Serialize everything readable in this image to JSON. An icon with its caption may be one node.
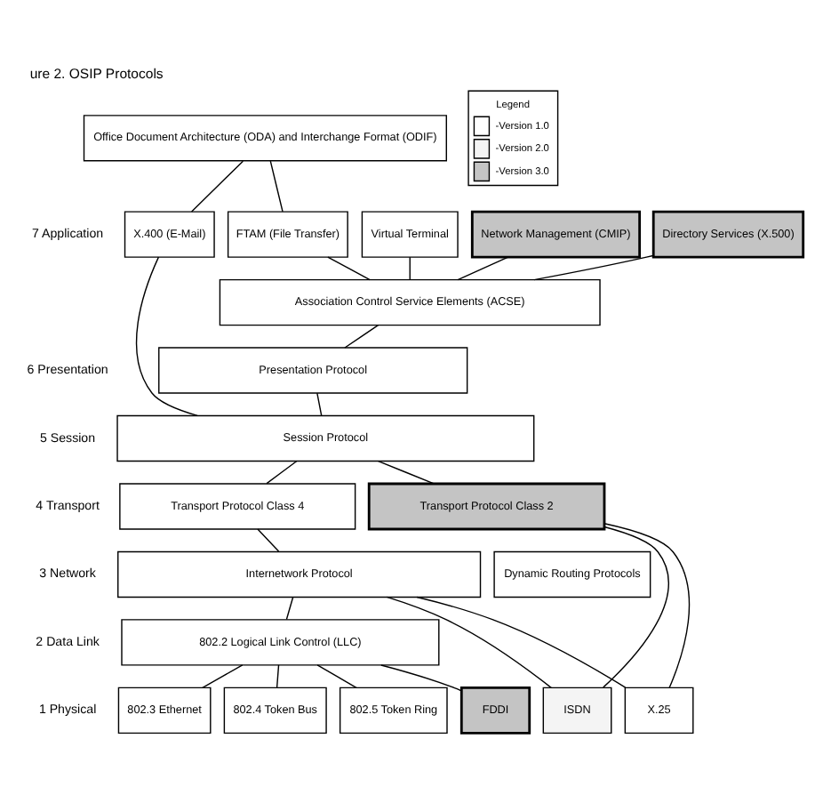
{
  "diagram": {
    "title": "ure 2. OSIP Protocols",
    "nodes": [
      {
        "text": [
          "Office Document Architecture (ODA) and Interchange Format (ODIF)"
        ]
      },
      {
        "text": [
          "X.400 (E-Mail)"
        ]
      },
      {
        "text": [
          "FTAM (File Transfer)"
        ]
      },
      {
        "text": [
          "Virtual Terminal"
        ]
      },
      {
        "text": [
          "Network Management (CMIP)"
        ]
      },
      {
        "text": [
          "Directory Services (X.500)"
        ]
      },
      {
        "text": [
          "Association Control Service Elements (ACSE)"
        ]
      },
      {
        "text": [
          "Presentation Protocol"
        ]
      },
      {
        "text": [
          "Session Protocol"
        ]
      },
      {
        "text": [
          "Transport Protocol Class 4"
        ]
      },
      {
        "text": [
          "Transport Protocol Class 2"
        ]
      },
      {
        "text": [
          "Dynamic Routing Protocols"
        ]
      },
      {
        "text": [
          "Internetwork Protocol"
        ]
      },
      {
        "text": [
          "802.2 Logical Link Control (LLC)"
        ]
      },
      {
        "text": [
          "ISDN"
        ]
      },
      {
        "text": [
          "X.25"
        ]
      },
      {
        "text": [
          "802.3 Ethernet"
        ]
      },
      {
        "text": [
          "802.4 Token Bus"
        ]
      },
      {
        "text": [
          "802.5 Token Ring"
        ]
      },
      {
        "text": [
          "FDDI"
        ]
      }
    ],
    "edges": [
      {
        "from": 0,
        "to": 1,
        "arrow": "none"
      },
      {
        "from": 0,
        "to": 2,
        "arrow": "none"
      },
      {
        "from": 2,
        "to": 6,
        "arrow": "none"
      },
      {
        "from": 3,
        "to": 6,
        "arrow": "none"
      },
      {
        "from": 4,
        "to": 6,
        "arrow": "none"
      },
      {
        "from": 5,
        "to": 6,
        "arrow": "none"
      },
      {
        "from": 6,
        "to": 7,
        "arrow": "none"
      },
      {
        "from": 1,
        "to": 8,
        "arrow": "none"
      },
      {
        "from": 7,
        "to": 8,
        "arrow": "none"
      },
      {
        "from": 8,
        "to": 9,
        "arrow": "none"
      },
      {
        "from": 8,
        "to": 10,
        "arrow": "none"
      },
      {
        "from": 9,
        "to": 12,
        "arrow": "none"
      },
      {
        "from": 10,
        "to": 14,
        "arrow": "none"
      },
      {
        "from": 10,
        "to": 15,
        "arrow": "none"
      },
      {
        "from": 12,
        "to": 14,
        "arrow": "none"
      },
      {
        "from": 12,
        "to": 15,
        "arrow": "none"
      },
      {
        "from": 12,
        "to": 13,
        "arrow": "none"
      },
      {
        "from": 13,
        "to": 16,
        "arrow": "none"
      },
      {
        "from": 13,
        "to": 17,
        "arrow": "none"
      },
      {
        "from": 13,
        "to": 18,
        "arrow": "none"
      },
      {
        "from": 13,
        "to": 19,
        "arrow": "none"
      }
    ],
    "labels": [
      "Legend",
      "7 Application",
      "6 Presentation",
      "5 Session",
      "4 Transport",
      "3 Network",
      "2 Data Link",
      "1 Physical"
    ],
    "legend": [
      {
        "text": "-Version 1.0",
        "color": "#ffffff"
      },
      {
        "text": "-Version 2.0",
        "color": "#f4f4f4"
      },
      {
        "text": "-Version 3.0",
        "color": "#c4c4c4"
      }
    ]
  }
}
